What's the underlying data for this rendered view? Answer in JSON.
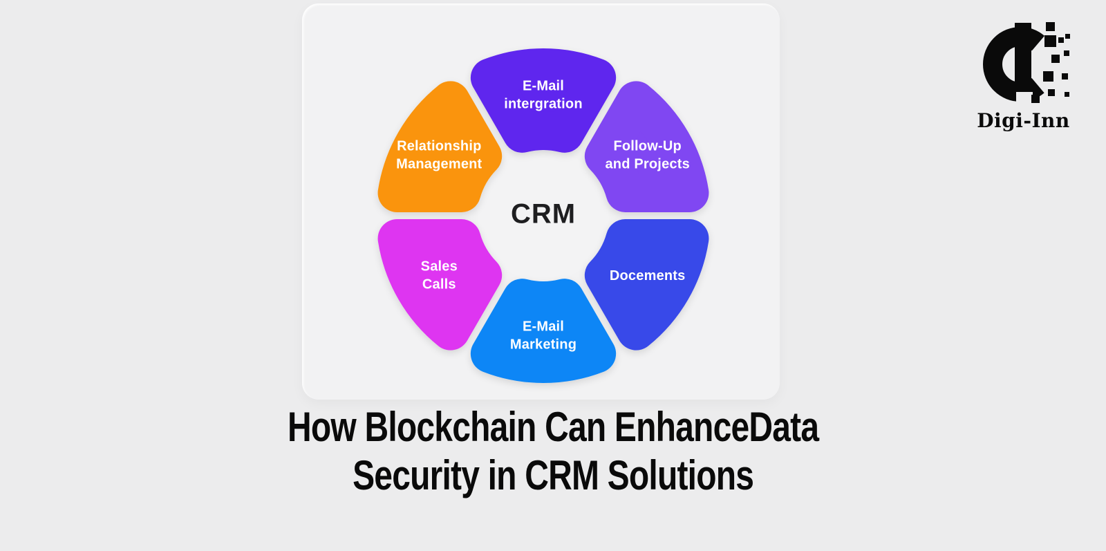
{
  "background": {
    "page_bg": "#ECECED",
    "card_bg": "#F2F2F3",
    "center_circle_bg": "#F3F3F4"
  },
  "brand": {
    "name": "Digi-Inn",
    "monogram": "di-pixel-monogram",
    "color": "#0A0A0A"
  },
  "title": {
    "line1": "How Blockchain Can EnhanceData",
    "line2": "Security in CRM Solutions",
    "color": "#0A0A0A"
  },
  "diagram": {
    "center_label": "CRM",
    "center_text_color": "#1E1E20",
    "label_text_color": "#FFFFFF",
    "segments": [
      {
        "id": "email-integration",
        "label": "E-Mail\nintergration",
        "color": "#5F25EE"
      },
      {
        "id": "follow-up-projects",
        "label": "Follow-Up\nand Projects",
        "color": "#8046F2"
      },
      {
        "id": "documents",
        "label": "Docements",
        "color": "#3849E9"
      },
      {
        "id": "email-marketing",
        "label": "E-Mail\nMarketing",
        "color": "#0B86F6"
      },
      {
        "id": "sales-calls",
        "label": "Sales\nCalls",
        "color": "#DE36F1"
      },
      {
        "id": "relationship-management",
        "label": "Relationship\nManagement",
        "color": "#FA9409"
      }
    ]
  }
}
